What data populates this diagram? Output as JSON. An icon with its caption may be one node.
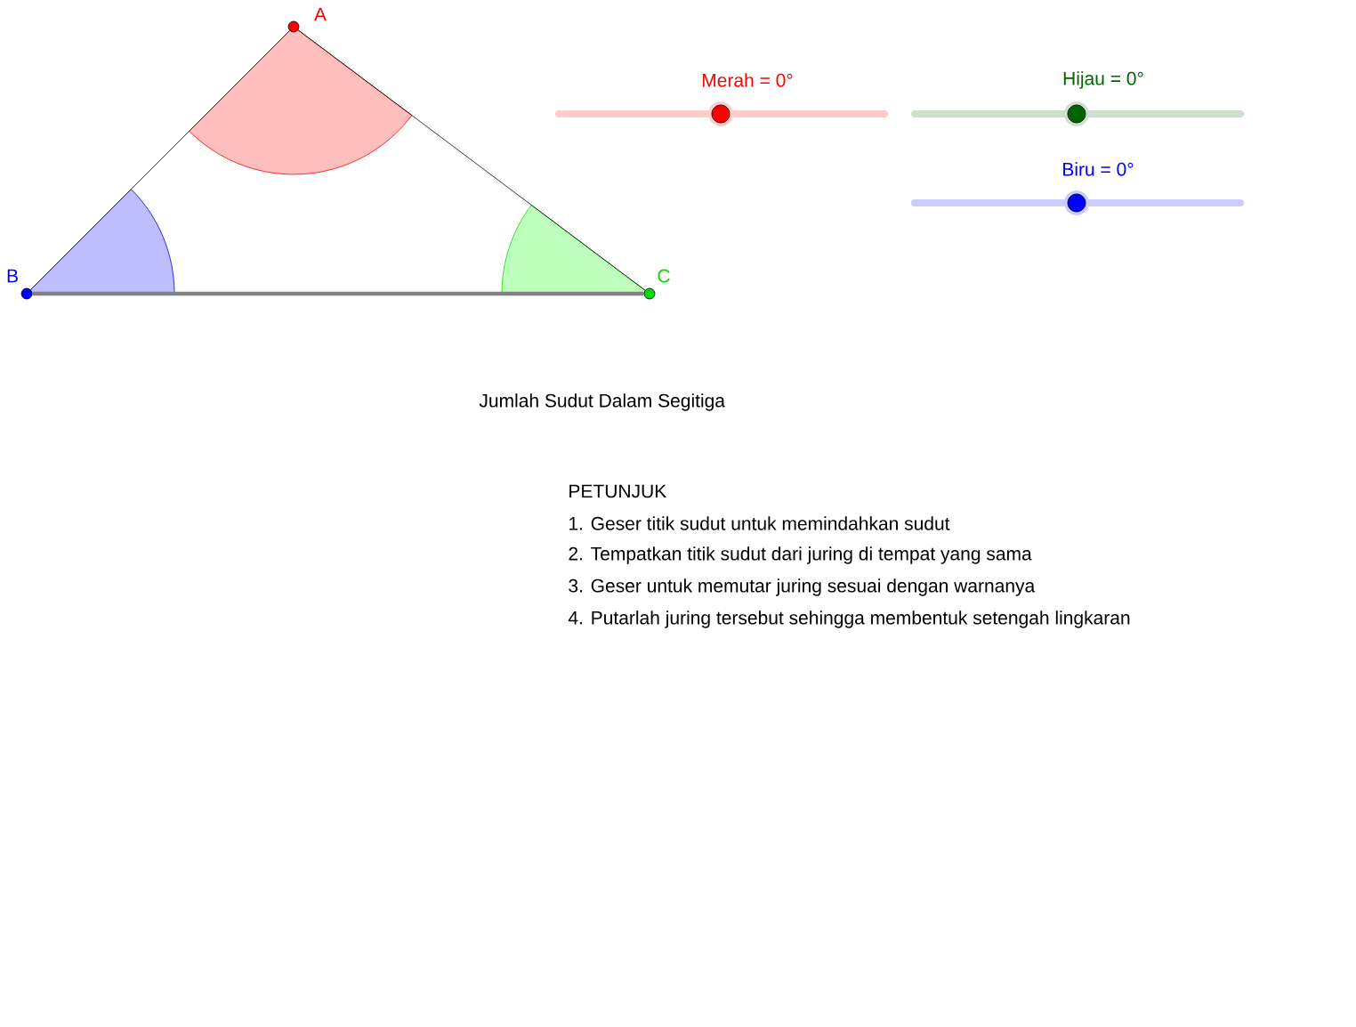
{
  "diagram": {
    "title": "Jumlah Sudut Dalam Segitiga",
    "nodes": [
      {
        "text": [],
        "shape": "circle",
        "beside": [
          "A"
        ]
      },
      {
        "text": [],
        "shape": "circle",
        "beside": [
          "B"
        ]
      },
      {
        "text": [],
        "shape": "circle",
        "beside": [
          "C"
        ]
      }
    ],
    "edges": [
      {
        "from": 0,
        "to": 1,
        "arrow": "none"
      },
      {
        "from": 1,
        "to": 2,
        "arrow": "none",
        "style": "thick",
        "color": "#808080"
      },
      {
        "from": 2,
        "to": 0,
        "arrow": "none"
      }
    ],
    "labels": [
      "Merah = 0°",
      "Hijau = 0°",
      "Biru = 0°",
      "PETUNJUK",
      "1. Geser titik sudut untuk memindahkan sudut",
      "2. Tempatkan titik sudut dari juring di tempat yang sama",
      "3. Geser untuk memutar juring sesuai dengan warnanya",
      "4. Putarlah juring tersebut sehingga membentuk setengah lingkaran"
    ]
  }
}
